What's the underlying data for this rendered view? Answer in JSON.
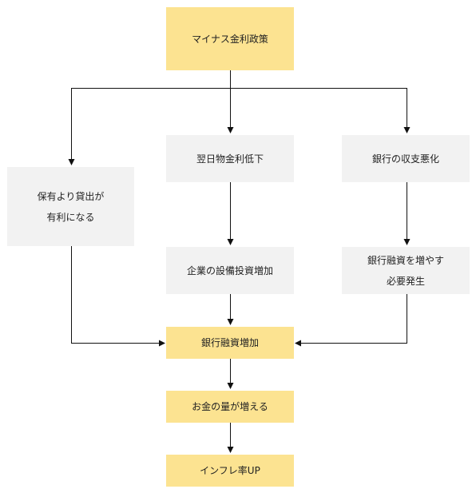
{
  "nodes": {
    "negative_rate": "マイナス金利政策",
    "overnight_rate_down": "翌日物金利低下",
    "bank_profit_worse": "銀行の収支悪化",
    "lending_favorable_line1": "保有より貸出が",
    "lending_favorable_line2": "有利になる",
    "capex_increase": "企業の設備投資増加",
    "bank_push_lending_line1": "銀行融資を増やす",
    "bank_push_lending_line2": "必要発生",
    "bank_lending_increase": "銀行融資増加",
    "money_supply_increase": "お金の量が増える",
    "inflation_up": "インフレ率UP"
  },
  "colors": {
    "highlight_node": "#fce391",
    "neutral_node": "#f2f2f2",
    "edge": "#111111"
  }
}
